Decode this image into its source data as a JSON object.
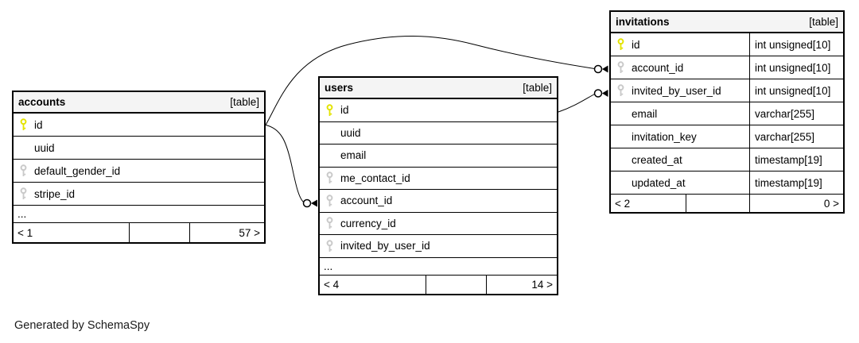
{
  "diagram": {
    "generated_note": "Generated by SchemaSpy",
    "colors": {
      "primary_key": "#e3e300",
      "foreign_key": "#c9c9c9",
      "header_bg": "#f4f4f4",
      "border": "#000000",
      "background": "#ffffff"
    },
    "tables": {
      "accounts": {
        "name": "accounts",
        "badge": "[table]",
        "columns": [
          {
            "name": "id",
            "key": "primary"
          },
          {
            "name": "uuid",
            "key": ""
          },
          {
            "name": "default_gender_id",
            "key": "foreign"
          },
          {
            "name": "stripe_id",
            "key": "foreign"
          }
        ],
        "ellipsis": "...",
        "footer": {
          "left": "< 1",
          "middle": "",
          "right": "57 >"
        }
      },
      "users": {
        "name": "users",
        "badge": "[table]",
        "columns": [
          {
            "name": "id",
            "key": "primary"
          },
          {
            "name": "uuid",
            "key": ""
          },
          {
            "name": "email",
            "key": ""
          },
          {
            "name": "me_contact_id",
            "key": "foreign"
          },
          {
            "name": "account_id",
            "key": "foreign"
          },
          {
            "name": "currency_id",
            "key": "foreign"
          },
          {
            "name": "invited_by_user_id",
            "key": "foreign"
          }
        ],
        "ellipsis": "...",
        "footer": {
          "left": "< 4",
          "middle": "",
          "right": "14 >"
        }
      },
      "invitations": {
        "name": "invitations",
        "badge": "[table]",
        "columns": [
          {
            "name": "id",
            "type": "int unsigned[10]",
            "key": "primary"
          },
          {
            "name": "account_id",
            "type": "int unsigned[10]",
            "key": "foreign"
          },
          {
            "name": "invited_by_user_id",
            "type": "int unsigned[10]",
            "key": "foreign"
          },
          {
            "name": "email",
            "type": "varchar[255]",
            "key": ""
          },
          {
            "name": "invitation_key",
            "type": "varchar[255]",
            "key": ""
          },
          {
            "name": "created_at",
            "type": "timestamp[19]",
            "key": ""
          },
          {
            "name": "updated_at",
            "type": "timestamp[19]",
            "key": ""
          }
        ],
        "footer": {
          "left": "< 2",
          "middle": "",
          "right": "0 >"
        }
      }
    },
    "relationships": [
      {
        "from": "accounts.id",
        "to": "users.account_id"
      },
      {
        "from": "accounts.id",
        "to": "invitations.account_id"
      },
      {
        "from": "users.id",
        "to": "invitations.invited_by_user_id"
      }
    ]
  }
}
